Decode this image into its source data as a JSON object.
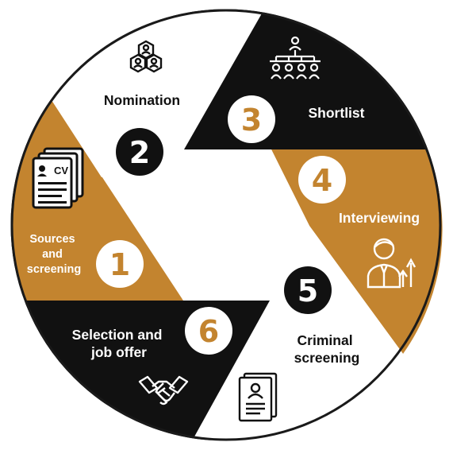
{
  "colors": {
    "gold": "#C3842F",
    "black": "#111111",
    "white": "#FFFFFF",
    "outline": "#1A1A1A"
  },
  "steps": [
    {
      "number": "1",
      "lines": [
        "Sources",
        "and",
        "screening"
      ],
      "icon": "cv-documents-icon"
    },
    {
      "number": "2",
      "lines": [
        "Nomination"
      ],
      "icon": "people-group-icon"
    },
    {
      "number": "3",
      "lines": [
        "Shortlist"
      ],
      "icon": "org-chart-icon"
    },
    {
      "number": "4",
      "lines": [
        "Interviewing"
      ],
      "icon": "person-growth-icon"
    },
    {
      "number": "5",
      "lines": [
        "Criminal",
        "screening"
      ],
      "icon": "profile-document-icon"
    },
    {
      "number": "6",
      "lines": [
        "Selection and",
        "job offer"
      ],
      "icon": "handshake-icon"
    }
  ]
}
